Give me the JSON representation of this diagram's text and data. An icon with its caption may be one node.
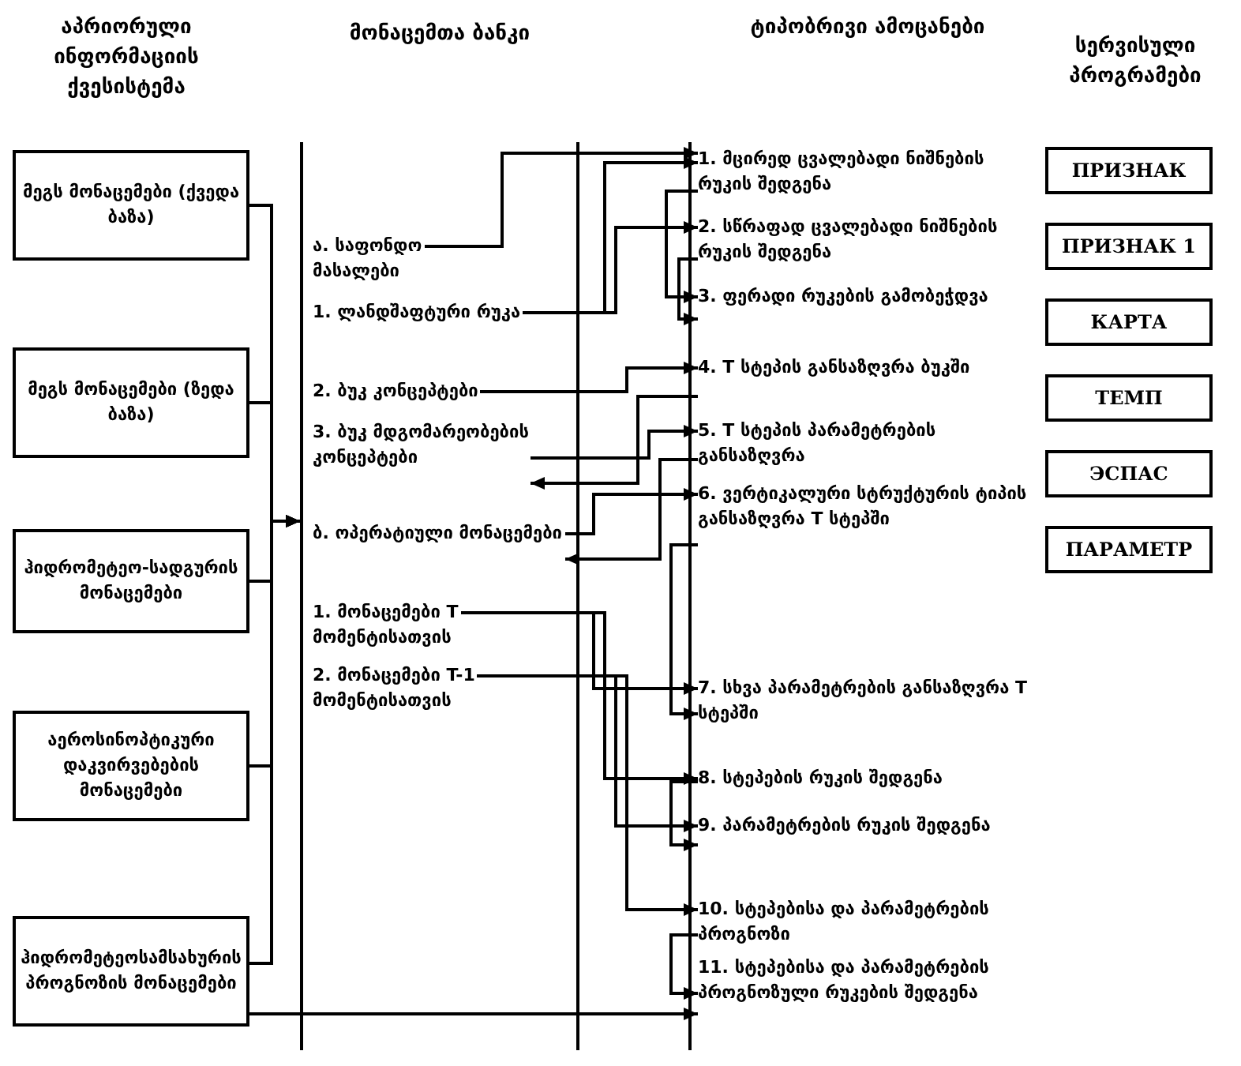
{
  "diagram": {
    "nodes": [
      {
        "text": [
          "მეგს მონაცემები (ქვედა ბაზა)"
        ]
      },
      {
        "text": [
          "მეგს მონაცემები (ზედა ბაზა)"
        ]
      },
      {
        "text": [
          "ჰიდრომეტეო-სადგურის მონაცემები"
        ]
      },
      {
        "text": [
          "აეროსინოპტიკური დაკვირვებების მონაცემები"
        ]
      },
      {
        "text": [
          "ჰიდრომეტეოსამსახურის პროგნოზის მონაცემები"
        ]
      },
      {
        "text": [
          "მონაცემთა ბანკი"
        ]
      },
      {
        "text": [
          "ა. საფონდო მასალები"
        ],
        "in": 5
      },
      {
        "text": [
          "1. ლანდშაფტური რუკა"
        ],
        "in": 5
      },
      {
        "text": [
          "2. ბუკ კონცეპტები"
        ],
        "in": 5
      },
      {
        "text": [
          "3. ბუკ მდგომარეობების კონცეპტები"
        ],
        "in": 5
      },
      {
        "text": [
          "ბ. ოპერატიული მონაცემები"
        ],
        "in": 5
      },
      {
        "text": [
          "1. მონაცემები T მომენტისათვის"
        ],
        "in": 5
      },
      {
        "text": [
          "2. მონაცემები T-1 მომენტისათვის"
        ],
        "in": 5
      },
      {
        "text": [
          "1. მცირედ ცვალებადი ნიშნების რუკის შედგენა"
        ]
      },
      {
        "text": [
          "2. სწრაფად ცვალებადი ნიშნების რუკის შედგენა"
        ]
      },
      {
        "text": [
          "3. ფერადი რუკების გამობეჭდვა"
        ]
      },
      {
        "text": [
          "4. T სტეპის განსაზღვრა ბუკში"
        ]
      },
      {
        "text": [
          "5. T სტეპის პარამეტრების განსაზღვრა"
        ]
      },
      {
        "text": [
          "6. ვერტიკალური სტრუქტურის ტიპის განსაზღვრა T სტეპში"
        ]
      },
      {
        "text": [
          "7. სხვა პარამეტრების განსაზღვრა T სტეპში"
        ]
      },
      {
        "text": [
          "8. სტეპების რუკის შედგენა"
        ]
      },
      {
        "text": [
          "9. პარამეტრების რუკის შედგენა"
        ]
      },
      {
        "text": [
          "10. სტეპებისა და პარამეტრების პროგნოზი"
        ]
      },
      {
        "text": [
          "11. სტეპებისა და პარამეტრების პროგნოზული რუკების შედგენა"
        ]
      },
      {
        "text": [
          "ПРИЗНАК"
        ]
      },
      {
        "text": [
          "ПРИЗНАК 1"
        ]
      },
      {
        "text": [
          "КАРТА"
        ]
      },
      {
        "text": [
          "ТЕМП"
        ]
      },
      {
        "text": [
          "ЭСПАС"
        ]
      },
      {
        "text": [
          "ПАРАМЕТР"
        ]
      }
    ],
    "edges": [
      {
        "from": 0,
        "to": 5,
        "arrow": "to"
      },
      {
        "from": 1,
        "to": 5,
        "arrow": "to"
      },
      {
        "from": 2,
        "to": 5,
        "arrow": "to"
      },
      {
        "from": 3,
        "to": 5,
        "arrow": "to"
      },
      {
        "from": 4,
        "to": 5,
        "arrow": "to"
      },
      {
        "from": 4,
        "to": 23,
        "arrow": "to"
      },
      {
        "from": 6,
        "to": 13,
        "arrow": "to"
      },
      {
        "from": 7,
        "to": 13,
        "arrow": "to"
      },
      {
        "from": 7,
        "to": 14,
        "arrow": "to"
      },
      {
        "from": 13,
        "to": 15,
        "arrow": "to"
      },
      {
        "from": 14,
        "to": 15,
        "arrow": "to"
      },
      {
        "from": 8,
        "to": 16,
        "arrow": "to"
      },
      {
        "from": 16,
        "to": 9,
        "arrow": "to"
      },
      {
        "from": 9,
        "to": 17,
        "arrow": "to"
      },
      {
        "from": 10,
        "to": 18,
        "arrow": "to"
      },
      {
        "from": 17,
        "to": 10,
        "arrow": "to"
      },
      {
        "from": 11,
        "to": 19,
        "arrow": "to"
      },
      {
        "from": 11,
        "to": 20,
        "arrow": "to"
      },
      {
        "from": 12,
        "to": 21,
        "arrow": "to"
      },
      {
        "from": 12,
        "to": 22,
        "arrow": "to"
      },
      {
        "from": 18,
        "to": 19,
        "arrow": "to"
      },
      {
        "from": 20,
        "to": 21,
        "arrow": "to"
      },
      {
        "from": 22,
        "to": 23,
        "arrow": "to"
      }
    ],
    "labels": [
      "აპრიორული ინფორმაციის ქვესისტემა",
      "ტიპობრივი ამოცანები",
      "სერვისული პროგრამები"
    ]
  }
}
